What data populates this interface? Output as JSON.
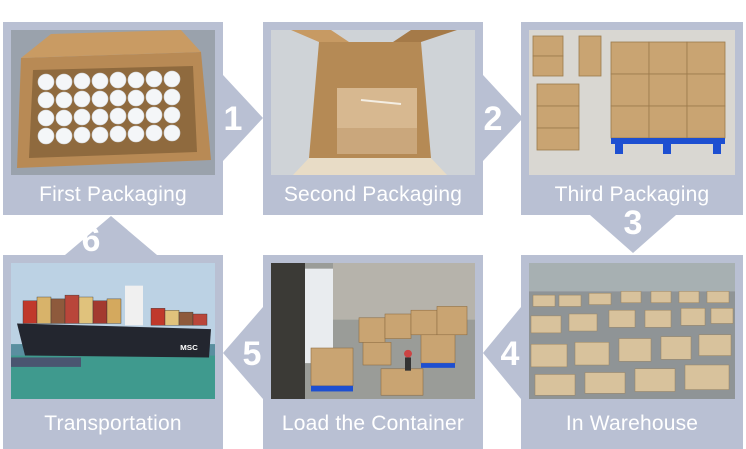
{
  "steps": [
    {
      "number": "1",
      "label": "First Packaging"
    },
    {
      "number": "2",
      "label": "Second Packaging"
    },
    {
      "number": "3",
      "label": "Third Packaging"
    },
    {
      "number": "4",
      "label": "In Warehouse"
    },
    {
      "number": "5",
      "label": "Load the Container"
    },
    {
      "number": "6",
      "label": "Transportation"
    }
  ],
  "ship_marking": "MSC",
  "colors": {
    "card": "#b9c0d3",
    "text": "#ffffff",
    "arrow": "#b9c0d3"
  }
}
